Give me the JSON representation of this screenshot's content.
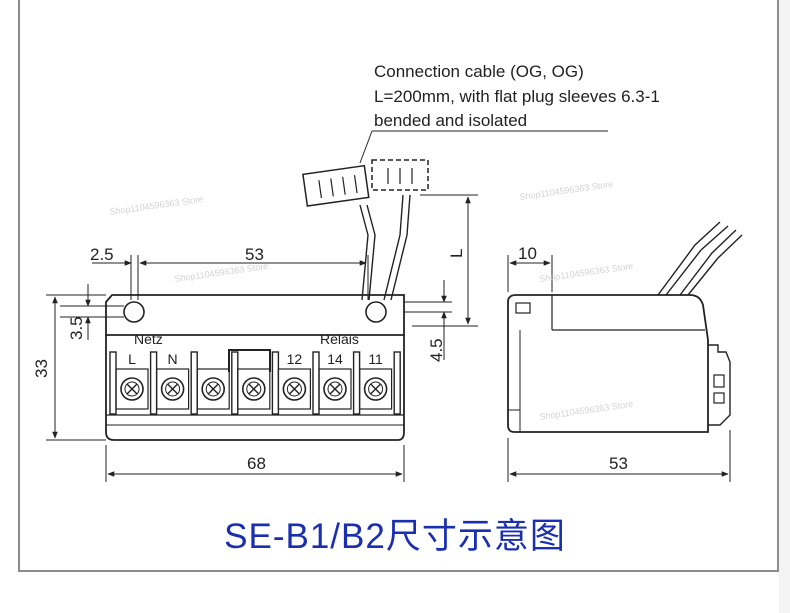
{
  "annotation": {
    "line1": "Connection cable (OG, OG)",
    "line2": "L=200mm, with flat plug sleeves 6.3-1",
    "line3": "bended and isolated"
  },
  "dimensions": {
    "d_2_5": "2.5",
    "d_53_top": "53",
    "d_L": "L",
    "d_3_5": "3.5",
    "d_33": "33",
    "d_4_5": "4.5",
    "d_68": "68",
    "d_10": "10",
    "d_53_side": "53"
  },
  "labels": {
    "netz": "Netz",
    "relais": "Relais",
    "terminals": [
      "L",
      "N",
      "",
      "",
      "12",
      "14",
      "11"
    ]
  },
  "title": "SE-B1/B2尺寸示意图",
  "watermark": "Shop1104596363 Store"
}
